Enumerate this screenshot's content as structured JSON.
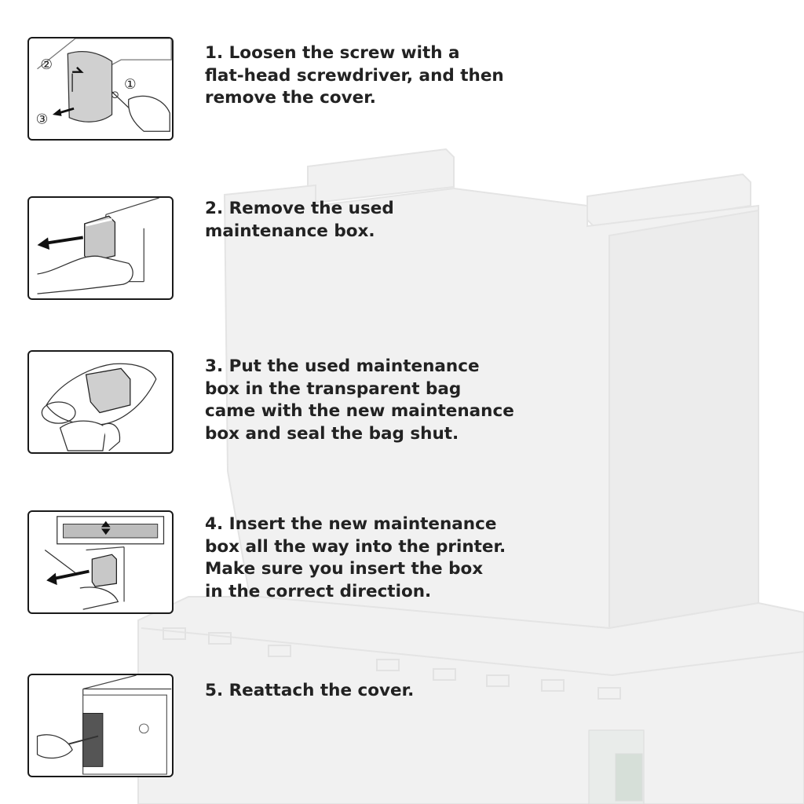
{
  "steps": [
    {
      "text": "1. Loosen the screw with a\nflat-head screwdriver, and then\nremove the cover.",
      "callouts": [
        "②",
        "①",
        "③"
      ]
    },
    {
      "text": "2. Remove the used\nmaintenance box."
    },
    {
      "text": "3. Put the used maintenance\nbox in the transparent bag\ncame with the new maintenance\nbox and seal the bag shut."
    },
    {
      "text": "4. Insert the new maintenance\nbox all the way into the printer.\nMake sure you insert the box\nin the correct direction."
    },
    {
      "text": "5. Reattach the cover."
    }
  ],
  "colors": {
    "text": "#222222",
    "border": "#1a1a1a",
    "background_product": "#f2f2f2"
  }
}
